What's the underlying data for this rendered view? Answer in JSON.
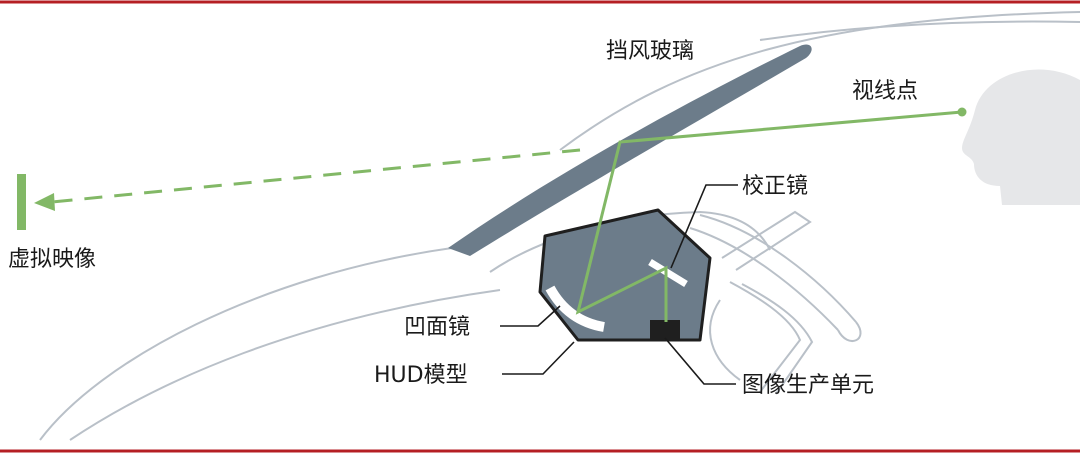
{
  "labels": {
    "windshield": "挡风玻璃",
    "viewpoint": "视线点",
    "virtual_image": "虚拟映像",
    "corrector_mirror": "校正镜",
    "concave_mirror": "凹面镜",
    "hud_module": "HUD模型",
    "image_unit": "图像生产单元"
  },
  "colors": {
    "frame": "#b51f24",
    "outline": "#b9c0c8",
    "glass": "#6c7c8a",
    "light_path": "#82b866",
    "head": "#e6e7e9",
    "text": "#1a1a1a"
  }
}
